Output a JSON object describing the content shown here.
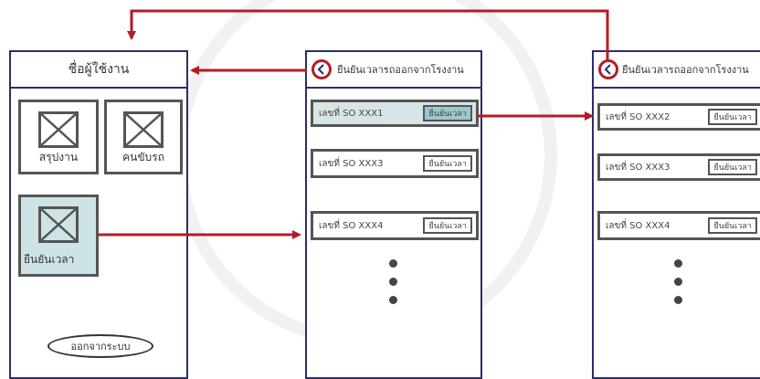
{
  "colors": {
    "frame": "#2d2d6e",
    "arrow": "#b31c24",
    "highlight": "#cde3e6"
  },
  "screen1": {
    "title": "ชื่อผู้ใช้งาน",
    "tiles": [
      {
        "label": "สรุปงาน",
        "icon": "image-placeholder-icon"
      },
      {
        "label": "คนขับรถ",
        "icon": "image-placeholder-icon"
      },
      {
        "label": "ยืนยันเวลา",
        "icon": "image-placeholder-icon"
      }
    ],
    "logout": "ออกจากระบบ"
  },
  "screen2": {
    "title": "ยืนยันเวลารถออกจากโรงงาน",
    "back_icon": "back-arrow-icon",
    "rows": [
      {
        "text": "เลขที่ SO  XXX1",
        "button": "ยืนยันเวลา"
      },
      {
        "text": "เลขที่ SO  XXX3",
        "button": "ยืนยันเวลา"
      },
      {
        "text": "เลขที่ SO  XXX4",
        "button": "ยืนยันเวลา"
      }
    ]
  },
  "screen3": {
    "title": "ยืนยันเวลารถออกจากโรงงาน",
    "back_icon": "back-arrow-icon",
    "rows": [
      {
        "text": "เลขที่ SO  XXX2",
        "button": "ยืนยันเวลา"
      },
      {
        "text": "เลขที่ SO  XXX3",
        "button": "ยืนยันเวลา"
      },
      {
        "text": "เลขที่ SO  XXX4",
        "button": "ยืนยันเวลา"
      }
    ]
  }
}
